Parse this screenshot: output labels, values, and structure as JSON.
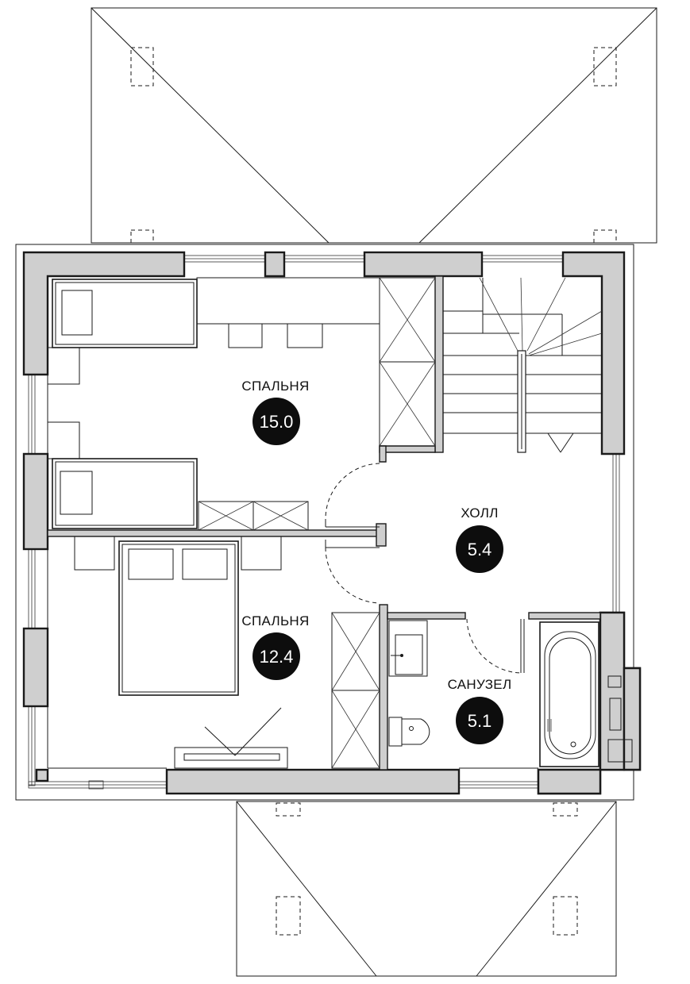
{
  "rooms": [
    {
      "id": "bedroom-1",
      "name": "СПАЛЬНЯ",
      "area": "15.0"
    },
    {
      "id": "hall",
      "name": "ХОЛЛ",
      "area": "5.4"
    },
    {
      "id": "bedroom-2",
      "name": "СПАЛЬНЯ",
      "area": "12.4"
    },
    {
      "id": "bathroom",
      "name": "САНУЗЕЛ",
      "area": "5.1"
    }
  ]
}
